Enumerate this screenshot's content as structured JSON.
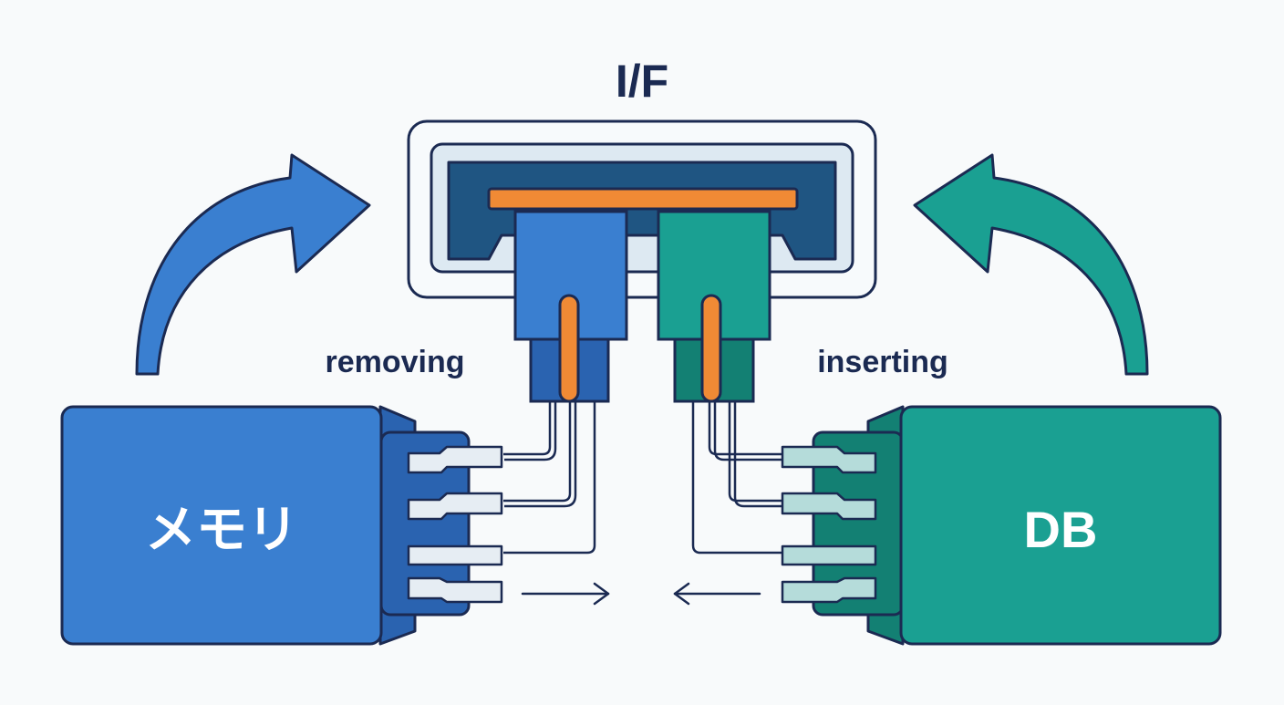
{
  "interface": {
    "title": "I/F"
  },
  "left": {
    "label": "メモリ",
    "action": "removing"
  },
  "right": {
    "label": "DB",
    "action": "inserting"
  },
  "colors": {
    "ink": "#1b2a52",
    "blue": "#3a7fd0",
    "blue_dark": "#2a63b0",
    "teal": "#1aa092",
    "teal_dark": "#138073",
    "orange": "#f08a35",
    "slot_navy": "#1f5582",
    "frame_light": "#dde9f2",
    "pin_light": "#e6edf3",
    "pin_teal": "#b5dcda",
    "background": "#f8fafb"
  }
}
